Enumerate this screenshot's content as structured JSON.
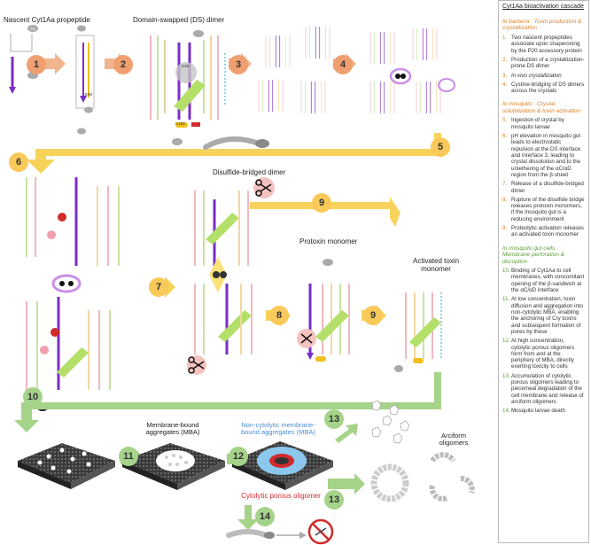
{
  "labels": {
    "nascent": "Nascent Cyt1Aa propeptide",
    "ds_dimer": "Domain-swapped (DS) dimer",
    "disulfide_dimer": "Disulfide-bridged dimer",
    "protoxin": "Protoxin monomer",
    "activated": "Activated toxin monomer",
    "mba": "Membrane-bound aggregates (MBA)",
    "noncytolytic": "Non-cytolytic membrane-bound aggregates (MBA)",
    "cytolytic": "Cytolytic porous oligomer",
    "arciform": "Arciform oligomers"
  },
  "badges": [
    "1",
    "2",
    "3",
    "4",
    "5",
    "6",
    "7",
    "8",
    "9",
    "9",
    "10",
    "11",
    "12",
    "13",
    "13",
    "14"
  ],
  "residues": {
    "c190": "C190",
    "e45": "E45",
    "e58": "E58",
    "c2": "C2"
  },
  "panel": {
    "title": "Cyt1Aa bioactivation cascade",
    "sections": [
      {
        "heading": "In bacteria : Toxin production & crystallization",
        "items": [
          {
            "n": "1.",
            "text": "Two nascent propeptides associate upon chaperoning by the P20 accessory protein"
          },
          {
            "n": "2.",
            "text": "Production of a crystallization-prone DS dimer"
          },
          {
            "n": "3.",
            "text": "In vivo crystallization"
          },
          {
            "n": "4.",
            "text": "Cystine-bridging of DS dimers across the crystals"
          }
        ]
      },
      {
        "heading": "In mosquito : Crystal solubilization & toxin activation",
        "items": [
          {
            "n": "5.",
            "text": "Ingestion of crystal by mosquito larvae"
          },
          {
            "n": "6.",
            "text": "pH elevation in mosquito gut leads to electrostatic repulsion at the DS interface and interface 3, leading to crystal dissolution and to the untethering of the αC/αD region from the β-sheet"
          },
          {
            "n": "7.",
            "text": "Release of a disulfide-bridged dimer"
          },
          {
            "n": "8.",
            "text": "Rupture of the disulfide bridge releases protoxin monomers, if the mosquito gut is a reducing environment"
          },
          {
            "n": "9.",
            "text": "Proteolytic activation releases an activated toxin monomer"
          }
        ]
      },
      {
        "heading": "In mosquito gut cells : Membrane perforation & disruption",
        "items": [
          {
            "n": "10.",
            "text": "Binding of Cyt1Aa to cell membranes, with concomitant opening of the β-sandwich at the αC/αD interface"
          },
          {
            "n": "11.",
            "text": "At low concentration, toxin diffusion and aggregation into non-cytolytic MBA, enabling the anchoring of Cry toxins and subsequent formation of pores by these"
          },
          {
            "n": "12.",
            "text": "At high concentration, cytolytic porous oligomers form from and at the periphery of MBA, directly exerting toxicity to cells"
          },
          {
            "n": "13.",
            "text": "Accumulation of cytolytic porous oligomers leading to piecemeal degradation of the cell membrane and release of arciform oligomers"
          },
          {
            "n": "14.",
            "text": "Mosquito larvae death"
          }
        ]
      }
    ]
  },
  "colors": {
    "yellow_badge": "#f9c95a",
    "orange_badge": "#f0a070",
    "green_badge": "#a6d38a",
    "orange_arrow": "#f1b48c",
    "yellow_arrow": "#f7d35c",
    "green_arrow": "#a6d38a",
    "purple": "#7a2ec7",
    "red_text": "#d22b2b",
    "blue_text": "#4a8fd6"
  }
}
